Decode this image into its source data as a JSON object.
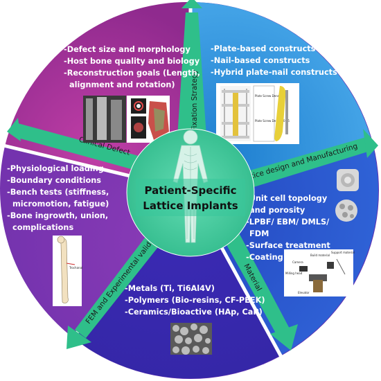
{
  "center": {
    "title_line1": "Patient-Specific",
    "title_line2": "Lattice Implants"
  },
  "arrows": {
    "fixation": "Fixation Strategy",
    "lattice": "Lattice design and Manufacturing",
    "material": "Material",
    "fem": "FEM and Experimental validation",
    "clinical": "Clinical Defect"
  },
  "segments": {
    "clinical": [
      "-Defect size and morphology",
      "-Host bone quality and biology",
      "-Reconstruction goals (Length,",
      "alignment and rotation)"
    ],
    "fixation": [
      "-Plate-based constructs",
      "-Nail-based constructs",
      "-Hybrid plate-nail constructs"
    ],
    "lattice": [
      "-Unit cell topology",
      "and porosity",
      "-LPBF/ EBM/ DMLS/",
      "FDM",
      "-Surface treatment",
      "-Coating"
    ],
    "material": [
      "-Metals (Ti, Ti6Al4V)",
      "-Polymers (Bio-resins, CF-PEEK)",
      "-Ceramics/Bioactive (HAp, CaP)"
    ],
    "fem": [
      "-Physiological loading",
      "-Boundary conditions",
      "-Bench tests (stiffness,",
      "micromotion, fatigue)",
      "-Bone ingrowth, union,",
      "complications"
    ]
  },
  "figure_labels": {
    "plate_label_1": "Plate Screw Density 0.5",
    "plate_label_2": "Plate Screw Density 0.75",
    "printer_build": "Build material",
    "printer_support": "Support material",
    "printer_camera": "Camera",
    "printer_milling": "Milling head",
    "printer_elevator": "Elevator",
    "femur_label": "Trochanal"
  },
  "colors": {
    "clinical": "#b0359c",
    "fixation": "#2b93dd",
    "lattice": "#2c56c8",
    "material": "#3a2bb8",
    "fem": "#7d3ab4",
    "arrow": "#2fbf8a",
    "center": "#39c79a"
  }
}
